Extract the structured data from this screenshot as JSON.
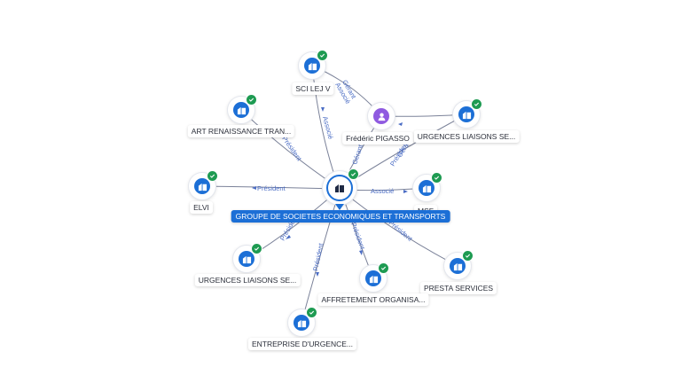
{
  "colors": {
    "accent": "#1c6fd6",
    "verified": "#1e9b52",
    "person": "#8f5ae0",
    "edge_label": "#4a6cc4"
  },
  "central": {
    "label": "GROUPE DE SOCIETES ECONOMIQUES ET TRANSPORTS",
    "icon": "building-icon"
  },
  "nodes": [
    {
      "label": "SCI LEJ V",
      "icon": "building-icon"
    },
    {
      "label": "ART RENAISSANCE TRAN...",
      "icon": "building-icon"
    },
    {
      "label": "Frédéric PIGASSO",
      "icon": "person-icon"
    },
    {
      "label": "URGENCES LIAISONS SE...",
      "icon": "building-icon"
    },
    {
      "label": "ELVI",
      "icon": "building-icon"
    },
    {
      "label": "MSF",
      "icon": "building-icon"
    },
    {
      "label": "URGENCES LIAISONS SE...",
      "icon": "building-icon"
    },
    {
      "label": "PRESTA SERVICES",
      "icon": "building-icon"
    },
    {
      "label": "AFFRETEMENT ORGANISA...",
      "icon": "building-icon"
    },
    {
      "label": "ENTREPRISE D'URGENCE...",
      "icon": "building-icon"
    }
  ],
  "edge_labels": {
    "sci_gerant": "Gérant",
    "sci_associe": "Associé",
    "sci_associe_center": "Associé",
    "art_president": "Président",
    "fred_gerant": "Gérant",
    "urg1_president": "Président",
    "urg1_gerant": "Gérant",
    "elvi_president": "Président",
    "msf_associe": "Associé",
    "urg2_president": "Président",
    "presta_president": "Président",
    "affret_president": "Président",
    "entreprise_president": "Président"
  }
}
